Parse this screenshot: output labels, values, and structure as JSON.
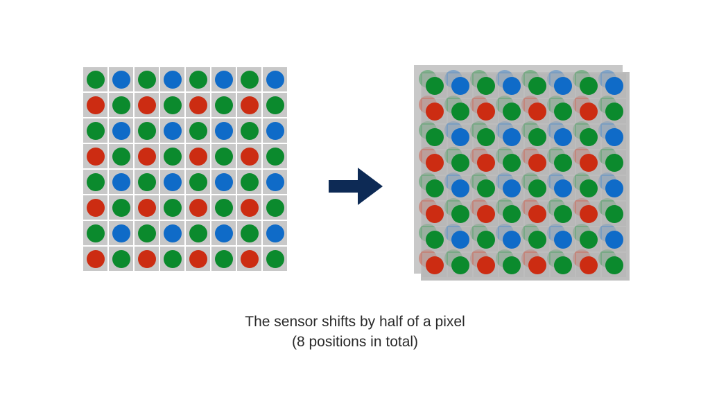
{
  "colors": {
    "green": "#0b8a2d",
    "blue": "#0f6bc8",
    "red": "#cc2c12",
    "cell": "#c8c8c8",
    "arrow": "#0d2a55"
  },
  "sensor_pattern": [
    [
      "green",
      "blue",
      "green",
      "blue",
      "green",
      "blue",
      "green",
      "blue"
    ],
    [
      "red",
      "green",
      "red",
      "green",
      "red",
      "green",
      "red",
      "green"
    ],
    [
      "green",
      "blue",
      "green",
      "blue",
      "green",
      "blue",
      "green",
      "blue"
    ],
    [
      "red",
      "green",
      "red",
      "green",
      "red",
      "green",
      "red",
      "green"
    ],
    [
      "green",
      "blue",
      "green",
      "blue",
      "green",
      "blue",
      "green",
      "blue"
    ],
    [
      "red",
      "green",
      "red",
      "green",
      "red",
      "green",
      "red",
      "green"
    ],
    [
      "green",
      "blue",
      "green",
      "blue",
      "green",
      "blue",
      "green",
      "blue"
    ],
    [
      "red",
      "green",
      "red",
      "green",
      "red",
      "green",
      "red",
      "green"
    ]
  ],
  "arrow_icon": "right-arrow-icon",
  "caption": {
    "line1": "The sensor shifts by half of a pixel",
    "line2": "(8 positions in total)"
  }
}
